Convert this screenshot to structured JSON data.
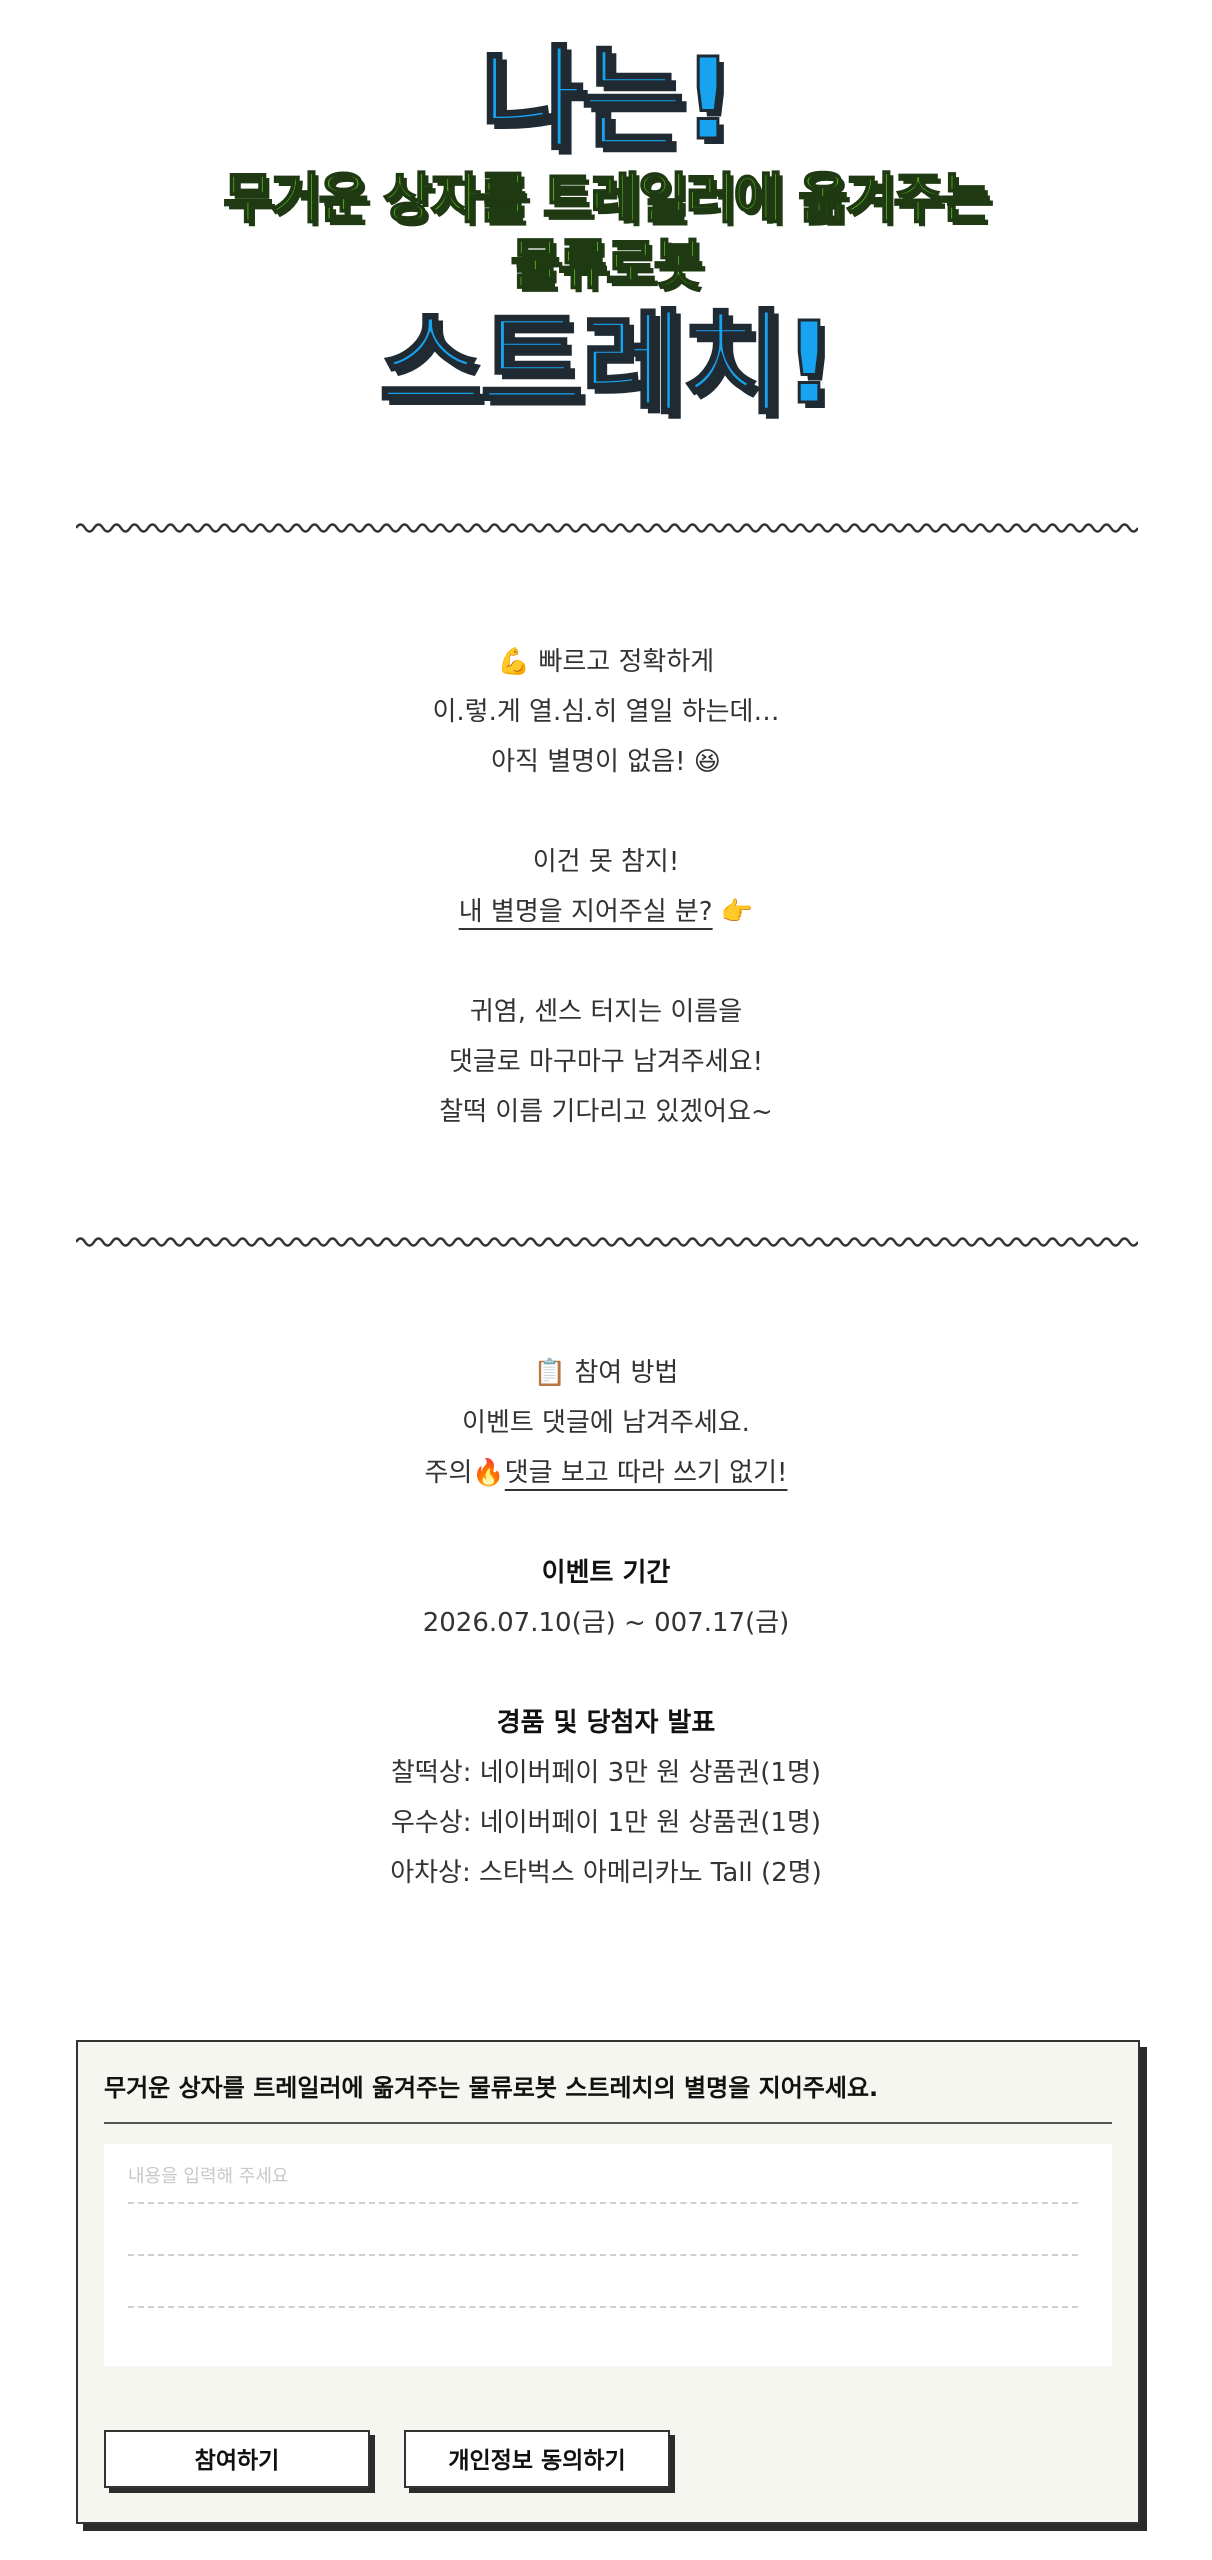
{
  "hero": {
    "line1": "나는!",
    "line2": "무거운 상자를 트레일러에 옮겨주는",
    "line3": "물류로봇",
    "line4": "스트레치!"
  },
  "intro": {
    "line1": "빠르고 정확하게",
    "line1_icon": "flexed-biceps-icon",
    "line2": "이.렇.게 열.심.히 열일 하는데…",
    "line3": "아직 별명이 없음!",
    "line3_icon": "grinning-face-icon",
    "line4": "이건 못 참지!",
    "line5": "내 별명을 지어주실 분?",
    "line5_icon": "pointing-hand-icon",
    "line6": "귀염, 센스 터지는 이름을",
    "line7": "댓글로 마구마구 남겨주세요!",
    "line8": "찰떡 이름 기다리고 있겠어요~"
  },
  "how": {
    "heading": "참여 방법",
    "heading_icon": "clipboard-icon",
    "line1": "이벤트 댓글에 남겨주세요.",
    "warning_prefix": "주의",
    "warning_icon": "fire-icon",
    "warning_text": "댓글 보고 따라 쓰기 없기!"
  },
  "period": {
    "title": "이벤트 기간",
    "dates": "2026.07.10(금) ~ 007.17(금)"
  },
  "prizes": {
    "title": "경품 및 당첨자 발표",
    "items": [
      "찰떡상: 네이버페이 3만 원 상품권(1명)",
      "우수상: 네이버페이 1만 원 상품권(1명)",
      "아차상: 스타벅스 아메리카노 Tall (2명)"
    ]
  },
  "form": {
    "title": "무거운 상자를 트레일러에 옮겨주는 물류로봇 스트레치의 별명을 지어주세요.",
    "placeholder": "내용을 입력해 주세요",
    "submit_label": "참여하기",
    "privacy_label": "개인정보 동의하기"
  },
  "colors": {
    "hero_blue": "#17a3f0",
    "hero_green": "#5cc21e",
    "card_bg": "#f6f6f1"
  }
}
